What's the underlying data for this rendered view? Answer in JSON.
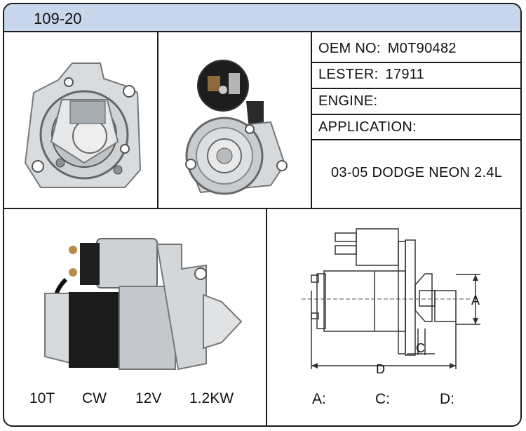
{
  "title": "109-20",
  "specs_table": {
    "oem": {
      "label": "OEM NO:",
      "value": "M0T90482"
    },
    "lester": {
      "label": "LESTER:",
      "value": "17911"
    },
    "engine": {
      "label": "ENGINE:",
      "value": ""
    },
    "application": {
      "label": "APPLICATION:",
      "value": "03-05 DODGE NEON 2.4L"
    }
  },
  "specs": {
    "teeth": "10T",
    "rotation": "CW",
    "voltage": "12V",
    "power": "1.2KW"
  },
  "dimensions": {
    "a_label": "A:",
    "c_label": "C:",
    "d_label": "D:",
    "diagram": {
      "a": "A",
      "c": "C",
      "d": "D"
    }
  },
  "colors": {
    "header_bg": "#c9d7ec",
    "border": "#1c1c1c"
  }
}
